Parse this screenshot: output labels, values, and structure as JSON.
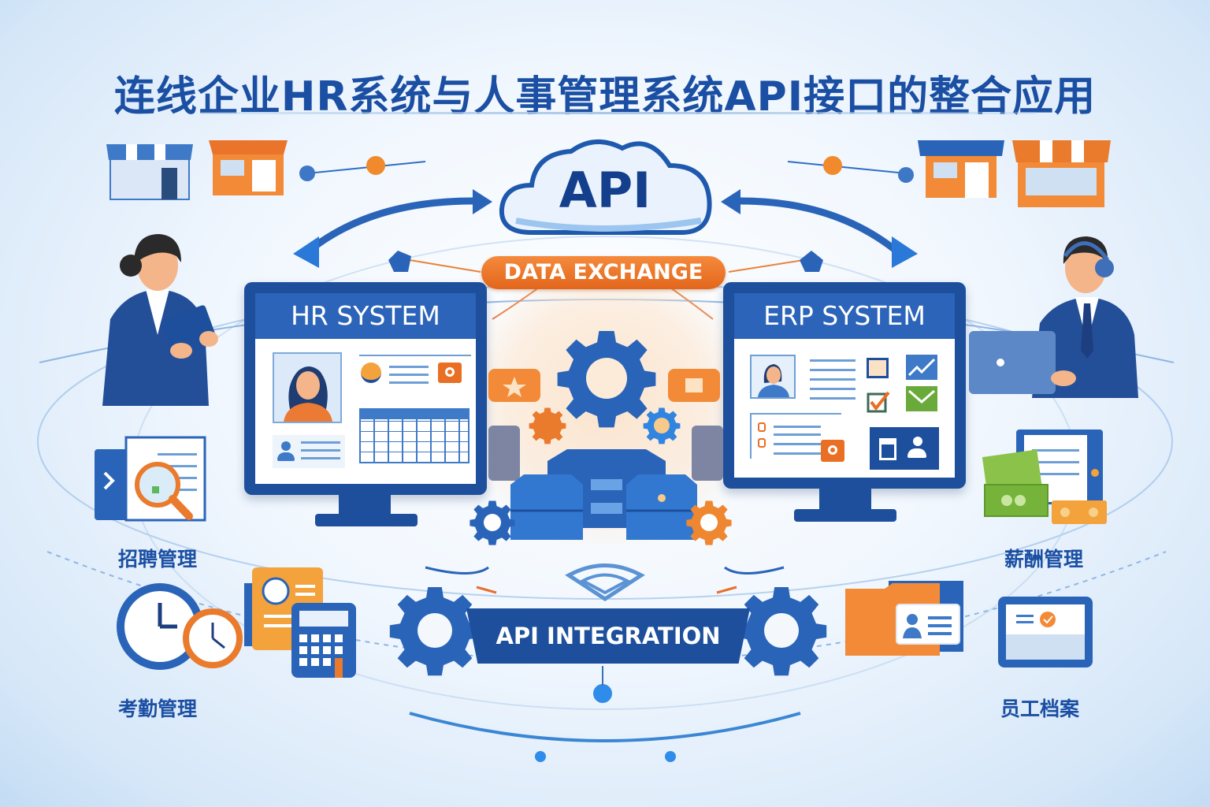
{
  "title": "连线企业HR系统与人事管理系统API接口的整合应用",
  "center": {
    "cloud_label": "API",
    "exchange_label": "DATA EXCHANGE",
    "integration_label": "API INTEGRATION"
  },
  "hr_monitor": {
    "header": "HR SYSTEM"
  },
  "erp_monitor": {
    "header": "ERP SYSTEM"
  },
  "modules": [
    {
      "id": "recruitment",
      "label": "招聘管理",
      "icon": "document-magnifier-icon",
      "position": "left-middle"
    },
    {
      "id": "payroll",
      "label": "薪酬管理",
      "icon": "money-stack-icon",
      "position": "right-middle"
    },
    {
      "id": "attendance",
      "label": "考勤管理",
      "icon": "clock-icon",
      "position": "left-bottom"
    },
    {
      "id": "employee-records",
      "label": "员工档案",
      "icon": "tablet-check-icon",
      "position": "right-bottom"
    }
  ],
  "colors": {
    "primary_blue": "#1d4f9c",
    "header_blue": "#2b64b8",
    "title_blue": "#1b4fa3",
    "accent_orange": "#e96f24",
    "green": "#6aaa3a"
  }
}
